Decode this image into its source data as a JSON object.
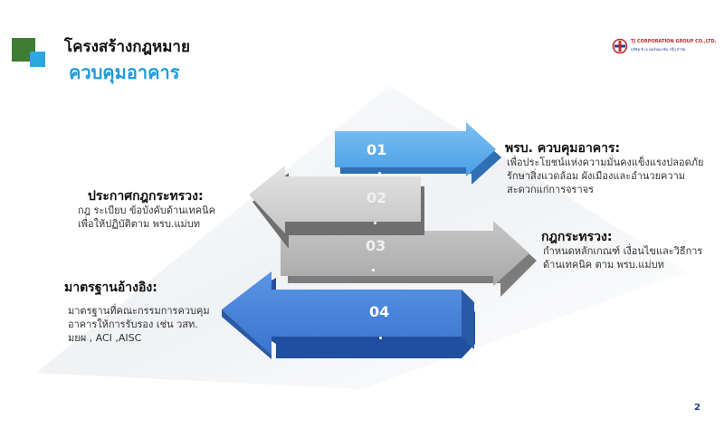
{
  "slide": {
    "title": "โครงสร้างกฎหมาย",
    "subtitle": "ควบคุมอาคาร",
    "page_number": "2"
  },
  "company": {
    "name": "TJ CORPORATION GROUP CO.,LTD.",
    "tagline": "บริษัท ที เจ คอร์ปอเรชั่น กรุ๊ป จำกัด"
  },
  "steps": [
    {
      "number": "01",
      "heading": "พรบ. ควบคุมอาคาร:",
      "lines": [
        "เพื่อประโยชน์แห่งความมั่นคงแข็งแรงปลอดภัย",
        "รักษาสิ่งแวดล้อม ผังเมืองและอำนวยความ",
        "สะดวกแก่การจราจร"
      ],
      "color": "#5aaee8"
    },
    {
      "number": "02",
      "heading": "ประกาศกฎกระทรวง:",
      "lines": [
        "กฎ ระเบียบ ข้อบังคับด้านเทคนิค",
        "เพื่อให้ปฏิบัติตาม พรบ.แม่บท"
      ],
      "color": "#d3d3d3"
    },
    {
      "number": "03",
      "heading": "กฎกระทรวง:",
      "lines": [
        "กำหนดหลักเกณฑ์ เงื่อนไขและวิธีการ",
        "ด้านเทคนิค ตาม พรบ.แม่บท"
      ],
      "color": "#b5b5b5"
    },
    {
      "number": "04",
      "heading": "มาตรฐานอ้างอิง:",
      "lines": [
        "มาตรฐานที่คณะกรรมการควบคุม",
        "อาคารให้การรับรอง  เช่น วสท.",
        "มยผ , ACI ,AISC"
      ],
      "color": "#3f7bd6"
    }
  ]
}
